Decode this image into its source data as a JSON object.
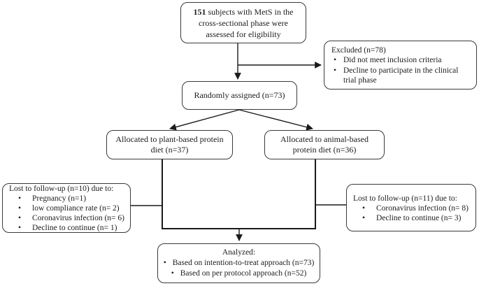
{
  "diagram": {
    "glyphs": {
      "bullet": "•"
    },
    "eligibility": {
      "n_bold": "151",
      "line1_rest": " subjects with MetS in the",
      "line2": "cross-sectional phase were",
      "line3": "assessed for eligibility"
    },
    "excluded": {
      "title": "Excluded (n=78)",
      "items": [
        "Did not meet inclusion criteria",
        "Decline to participate in the clinical trial phase"
      ]
    },
    "randomized": {
      "label": "Randomly assigned (n=73)"
    },
    "plant_diet": {
      "line1": "Allocated to plant-based protein",
      "line2": "diet (n=37)"
    },
    "animal_diet": {
      "line1": "Allocated to animal-based",
      "line2": "protein diet (n=36)"
    },
    "lost_left": {
      "title": "Lost to follow-up (n=10) due to:",
      "items": [
        "Pregnancy (n=1)",
        "low compliance rate (n= 2)",
        "Coronavirus infection (n= 6)",
        "Decline to continue (n= 1)"
      ]
    },
    "lost_right": {
      "title": "Lost to follow-up (n=11) due to:",
      "items": [
        "Coronavirus infection (n= 8)",
        "Decline to continue (n= 3)"
      ]
    },
    "analyzed": {
      "title": "Analyzed:",
      "items": [
        "Based on intention-to-treat approach (n=73)",
        "Based on per protocol approach (n=52)"
      ]
    },
    "colors": {
      "border": "#3a3a3a",
      "line": "#1a1a1a",
      "text": "#1c1c1c",
      "background": "#ffffff"
    }
  }
}
